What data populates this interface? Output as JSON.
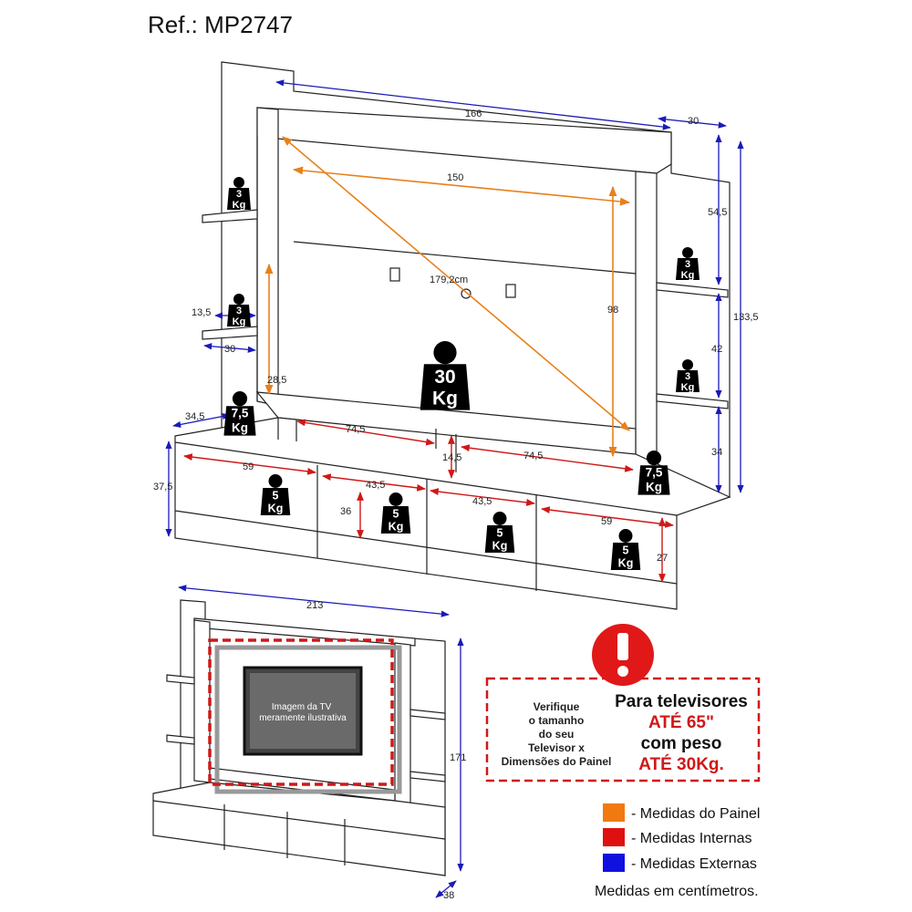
{
  "ref": "Ref.: MP2747",
  "dims": {
    "w166": "166",
    "w30top": "30",
    "w150": "150",
    "d1792": "179,2cm",
    "h98": "98",
    "h545": "54,5",
    "h1335": "133,5",
    "h42": "42",
    "h34": "34",
    "d135": "13,5",
    "d30shelf": "30",
    "h285": "28,5",
    "d345": "34,5",
    "h375": "37,5",
    "w745a": "74,5",
    "w745b": "74,5",
    "h145": "14,5",
    "w59a": "59",
    "w435a": "43,5",
    "h36": "36",
    "w435b": "43,5",
    "w59b": "59",
    "h27": "27",
    "w213": "213",
    "h171": "171",
    "d38": "38"
  },
  "weights": {
    "kg3": "3",
    "kg75": "7,5",
    "kg30": "30",
    "kg5": "5",
    "unit": "Kg"
  },
  "tv_caption": "Imagem da TV meramente ilustrativa",
  "notice": {
    "left": [
      "Verifique",
      "o tamanho",
      "do seu",
      "Televisor x",
      "Dimensões do Painel"
    ],
    "right": [
      "Para televisores",
      "ATÉ 65\"",
      "com peso",
      "ATÉ 30Kg."
    ]
  },
  "legend": [
    {
      "color": "#f07a10",
      "label": "- Medidas do Painel"
    },
    {
      "color": "#e01010",
      "label": "- Medidas Internas"
    },
    {
      "color": "#1010e0",
      "label": "- Medidas Externas"
    }
  ],
  "units_note": "Medidas em centímetros.",
  "colors": {
    "orange": "#e8801a",
    "red": "#d01818",
    "blue": "#1a1ab8"
  }
}
